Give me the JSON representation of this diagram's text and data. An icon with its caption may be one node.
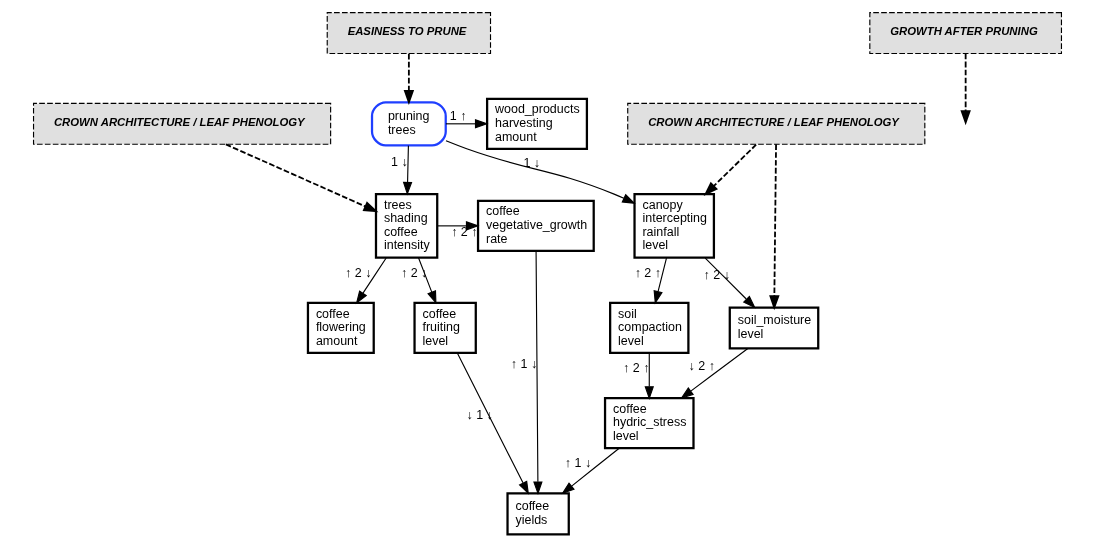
{
  "diagram": {
    "nodes": [
      {
        "text": [
          "EASINESS TO PRUNE"
        ]
      },
      {
        "text": [
          "GROWTH AFTER PRUNING"
        ]
      },
      {
        "text": [
          "pruning trees"
        ]
      },
      {
        "text": [
          "wood_products harvesting amount"
        ]
      },
      {
        "text": [
          "CROWN ARCHITECTURE / LEAF PHENOLOGY"
        ]
      },
      {
        "text": [
          "CROWN ARCHITECTURE / LEAF PHENOLOGY"
        ]
      },
      {
        "text": [
          "canopy intercepting rainfall level"
        ]
      },
      {
        "text": [
          "trees shading coffee intensity"
        ]
      },
      {
        "text": [
          "coffee vegetative_growth rate"
        ]
      },
      {
        "text": [
          "soil_moisture level"
        ]
      },
      {
        "text": [
          "soil compaction level"
        ]
      },
      {
        "text": [
          "coffee fruiting level"
        ]
      },
      {
        "text": [
          "coffee flowering amount"
        ]
      },
      {
        "text": [
          "coffee hydric_stress level"
        ]
      },
      {
        "text": [
          "coffee yields"
        ]
      }
    ],
    "edges": [
      {
        "from": 0,
        "to": 2,
        "arrow": "to",
        "style": "dashed"
      },
      {
        "from": 1,
        "to": null,
        "arrow": "to",
        "style": "dashed"
      },
      {
        "from": 2,
        "to": 3,
        "arrow": "to",
        "label": "1 ↑"
      },
      {
        "from": 4,
        "to": 7,
        "arrow": "to",
        "style": "dashed"
      },
      {
        "from": 5,
        "to": 6,
        "arrow": "to",
        "style": "dashed"
      },
      {
        "from": 5,
        "to": 9,
        "arrow": "to",
        "style": "dashed"
      },
      {
        "from": 2,
        "to": 6,
        "arrow": "to",
        "label": "1 ↓"
      },
      {
        "from": 2,
        "to": 7,
        "arrow": "to",
        "label": "1 ↓"
      },
      {
        "from": 7,
        "to": 8,
        "arrow": "to",
        "label": "↑ 2 ↑"
      },
      {
        "from": 6,
        "to": 9,
        "arrow": "to",
        "label": "↑ 2 ↓"
      },
      {
        "from": 6,
        "to": 10,
        "arrow": "to",
        "label": "↑ 2 ↑"
      },
      {
        "from": 7,
        "to": 11,
        "arrow": "to",
        "label": "↑ 2 ↓"
      },
      {
        "from": 7,
        "to": 12,
        "arrow": "to",
        "label": "↑ 2 ↓"
      },
      {
        "from": 9,
        "to": 13,
        "arrow": "to",
        "label": "↓ 2 ↑"
      },
      {
        "from": 10,
        "to": 13,
        "arrow": "to",
        "label": "↑ 2 ↑"
      },
      {
        "from": 13,
        "to": 14,
        "arrow": "to",
        "label": "↑ 1 ↓"
      },
      {
        "from": 11,
        "to": 14,
        "arrow": "to",
        "label": "↓ 1 ↓"
      },
      {
        "from": 8,
        "to": 14,
        "arrow": "to",
        "label": "↑ 1 ↓"
      }
    ]
  }
}
